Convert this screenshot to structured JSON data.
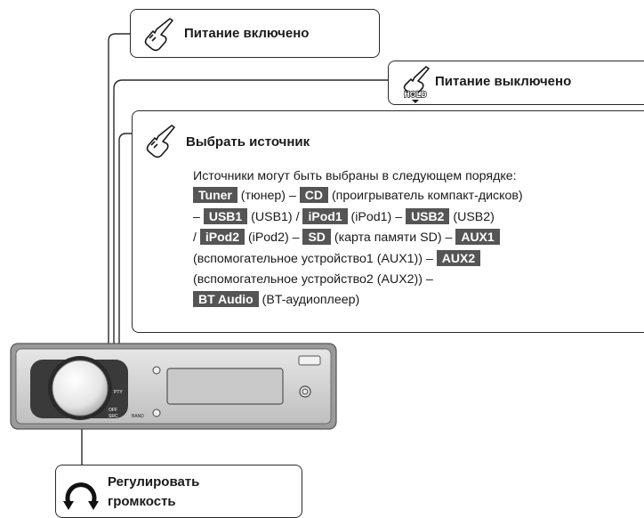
{
  "callouts": {
    "power_on": {
      "label": "Питание включено",
      "icon": "tap-hand-icon"
    },
    "power_off": {
      "label": "Питание выключено",
      "icon": "hold-hand-icon",
      "hold_badge": "HOLD"
    },
    "select_source": {
      "label": "Выбрать источник",
      "icon": "tap-hand-icon",
      "intro": "Источники могут быть выбраны в следующем порядке:",
      "lines": [
        [
          {
            "tag": "Tuner"
          },
          {
            "text": " (тюнер) – "
          },
          {
            "tag": "CD"
          },
          {
            "text": " (проигрыватель компакт-дисков)"
          }
        ],
        [
          {
            "text": "– "
          },
          {
            "tag": "USB1"
          },
          {
            "text": " (USB1) / "
          },
          {
            "tag": "iPod1"
          },
          {
            "text": " (iPod1) – "
          },
          {
            "tag": "USB2"
          },
          {
            "text": " (USB2)"
          }
        ],
        [
          {
            "text": "/ "
          },
          {
            "tag": "iPod2"
          },
          {
            "text": " (iPod2) – "
          },
          {
            "tag": "SD"
          },
          {
            "text": " (карта памяти SD) – "
          },
          {
            "tag": "AUX1"
          }
        ],
        [
          {
            "text": "(вспомогательное устройство1 (AUX1)) – "
          },
          {
            "tag": "AUX2"
          }
        ],
        [
          {
            "text": "(вспомогательное устройство2 (AUX2)) –"
          }
        ],
        [
          {
            "tag": "BT Audio"
          },
          {
            "text": " (BT-аудиоплеер)"
          }
        ]
      ]
    },
    "volume": {
      "label_line1": "Регулировать",
      "label_line2": "громкость",
      "icon": "rotate-arrows-icon"
    }
  },
  "device": {
    "buttons": {
      "pty": "PTY",
      "src": "SRC",
      "off": "OFF",
      "band": "BAND"
    }
  },
  "colors": {
    "tag_bg": "#555555",
    "line": "#2a2a2a",
    "device_body": "#d9d9d9",
    "display": "#c9c9c9"
  }
}
